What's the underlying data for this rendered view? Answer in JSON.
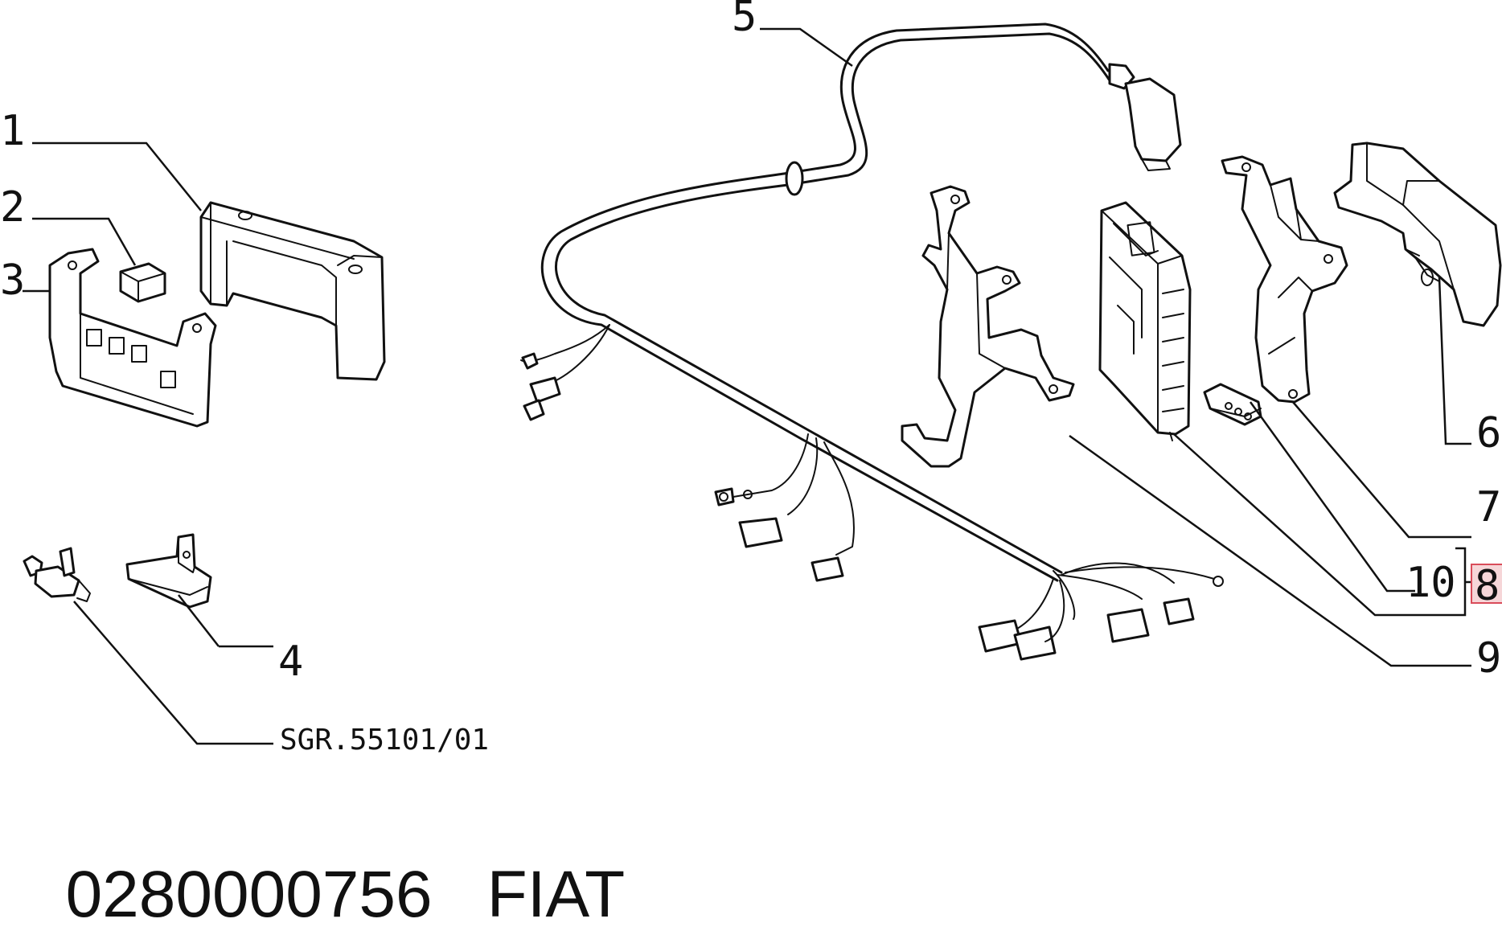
{
  "callouts": {
    "c1": "1",
    "c2": "2",
    "c3": "3",
    "c4": "4",
    "c5": "5",
    "c6": "6",
    "c7": "7",
    "c8": "8",
    "c9": "9",
    "c10": "10"
  },
  "reference_code": "SGR.55101/01",
  "footer": {
    "part_number": "0280000756",
    "brand": "FIAT"
  },
  "colors": {
    "line": "#111111",
    "highlight_fill": "#f6d6d8",
    "highlight_stroke": "#d94c5a"
  }
}
